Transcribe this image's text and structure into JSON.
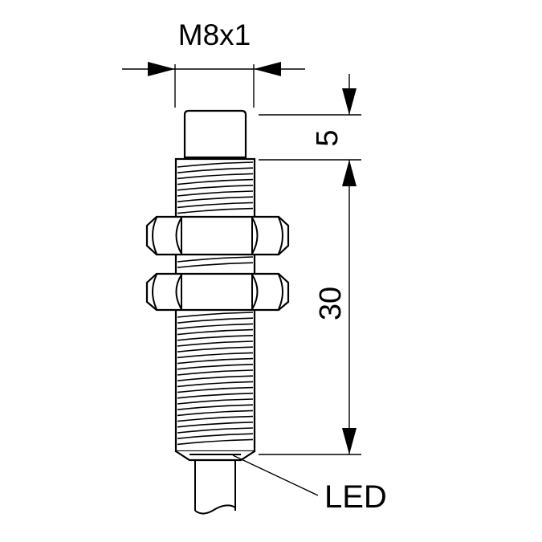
{
  "drawing": {
    "thread_label": "M8x1",
    "length_top": "5",
    "length_body": "30",
    "led_label": "LED"
  },
  "colors": {
    "ink": "#000000",
    "background": "#ffffff"
  }
}
